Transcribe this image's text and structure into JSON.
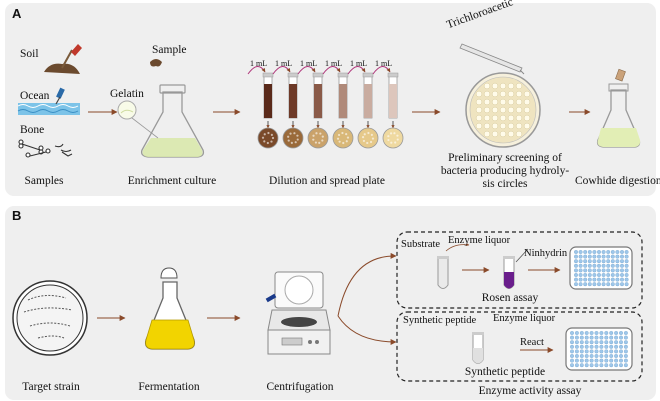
{
  "panel_a": {
    "label": "A",
    "sources": [
      "Soil",
      "Ocean",
      "Bone"
    ],
    "samples_caption": "Samples",
    "enrichment": {
      "sample_label": "Sample",
      "gelatin_label": "Gelatin",
      "caption": "Enrichment culture"
    },
    "dilution": {
      "volume_labels": [
        "1 mL",
        "1 mL",
        "1 mL",
        "1 mL",
        "1 mL",
        "1 mL"
      ],
      "caption": "Dilution and spread plate"
    },
    "screening": {
      "reagent_label": "Trichloroacetic",
      "caption_lines": [
        "Preliminary screening of",
        "bacteria producing hydroly-",
        "sis circles"
      ]
    },
    "digestion_caption": "Cowhide digestiont"
  },
  "panel_b": {
    "label": "B",
    "strain_caption": "Target strain",
    "fermentation_caption": "Fermentation",
    "centrifugation_caption": "Centrifugation",
    "rosen": {
      "substrate_label": "Substrate",
      "enzyme_label": "Enzyme liquor",
      "ninhydrin_label": "Ninhydrin",
      "caption": "Rosen assay"
    },
    "synthetic": {
      "peptide_label": "Synthetic peptide",
      "enzyme_label": "Enzyme liquor",
      "react_label": "React",
      "caption": "Synthetic peptide"
    },
    "assay_caption": "Enzyme activity assay"
  },
  "colors": {
    "arrow": "#8a4a2a",
    "panel_bg": "#efefef",
    "tube_magenta": "#b0367a",
    "broth_yellow": "#f2d400",
    "medium_green": "#d8e8a8",
    "tube_purple": "#6a1e8c",
    "plate_blue": "#9ec7ea"
  }
}
